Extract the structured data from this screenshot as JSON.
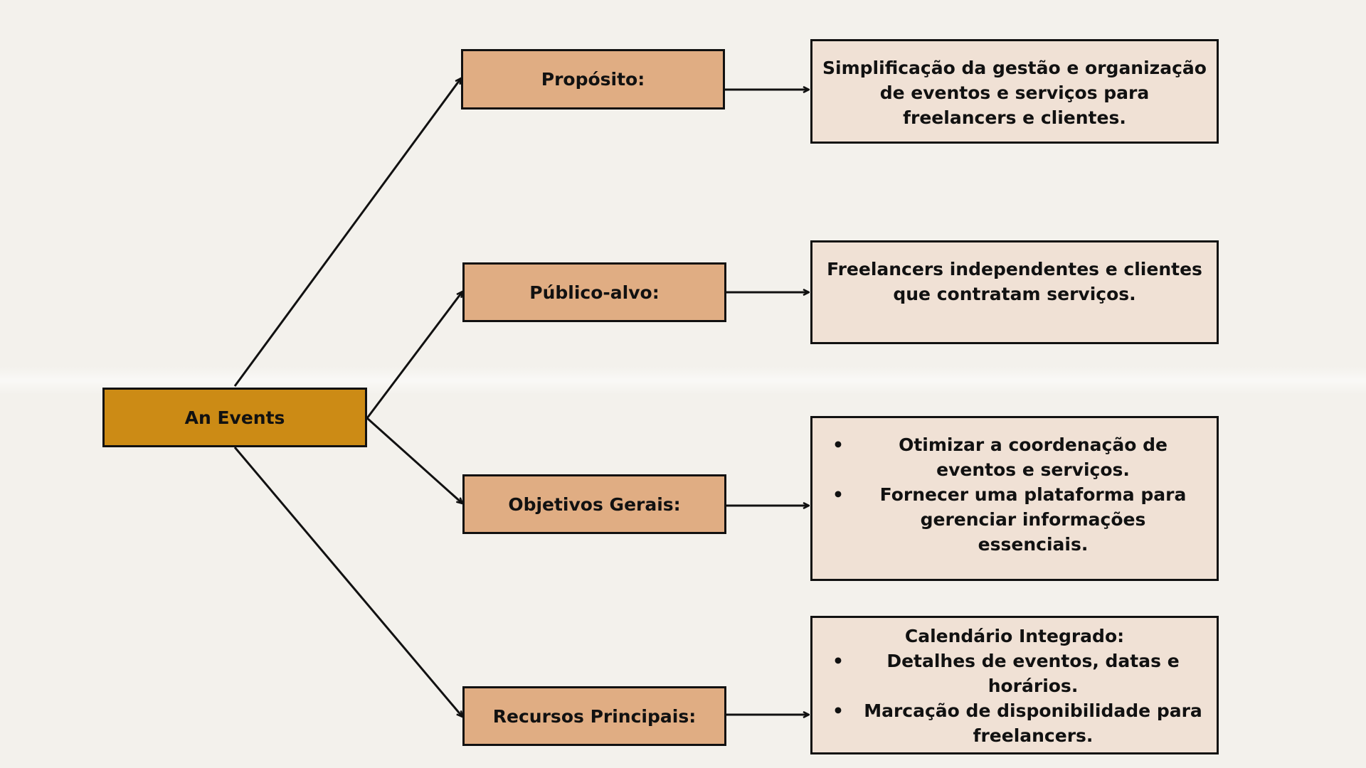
{
  "root": {
    "label": "An Events"
  },
  "categories": [
    {
      "label": "Propósito:"
    },
    {
      "label": "Público-alvo:"
    },
    {
      "label": "Objetivos Gerais:"
    },
    {
      "label": "Recursos Principais:"
    }
  ],
  "details": {
    "proposito": "Simplificação da gestão e organização de eventos e serviços para freelancers e clientes.",
    "publico": "Freelancers independentes e clientes que contratam serviços.",
    "objetivos": [
      "Otimizar a coordenação de eventos e serviços.",
      "Fornecer uma plataforma para gerenciar informações essenciais."
    ],
    "recursos": {
      "heading": "Calendário Integrado:",
      "items": [
        "Detalhes de eventos, datas e horários.",
        "Marcação de disponibilidade para freelancers."
      ]
    }
  },
  "colors": {
    "root": "#cc8b15",
    "category": "#e0ad83",
    "detail": "#f0e1d5",
    "line": "#111111",
    "background": "#f3f1ec"
  }
}
